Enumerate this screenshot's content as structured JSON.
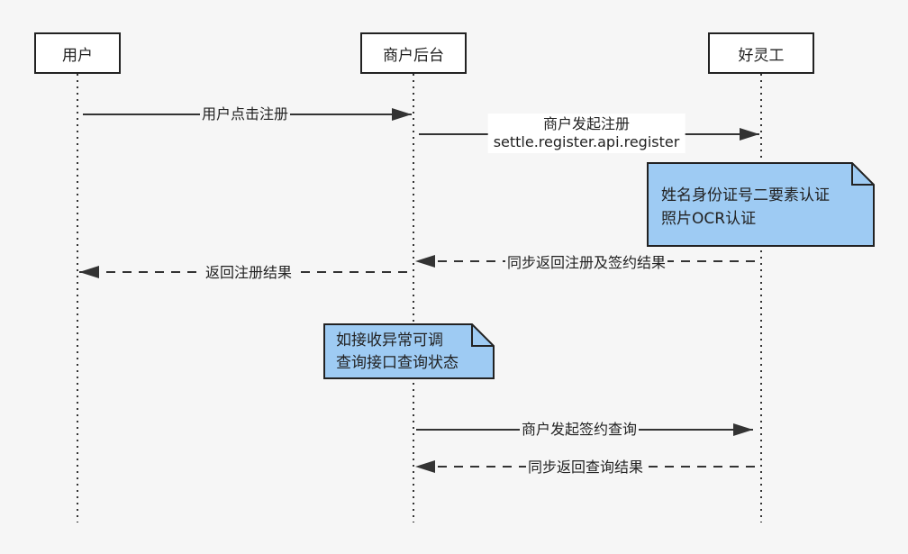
{
  "actors": {
    "user": "用户",
    "merchant": "商户后台",
    "platform": "好灵工"
  },
  "messages": {
    "m1": "用户点击注册",
    "m2_line1": "商户发起注册",
    "m2_line2": "settle.register.api.register",
    "m3": "同步返回注册及签约结果",
    "m4": "返回注册结果",
    "m5": "商户发起签约查询",
    "m6": "同步返回查询结果"
  },
  "notes": {
    "n1": [
      "姓名身份证号二要素认证",
      "照片OCR认证"
    ],
    "n2": [
      "如接收异常可调",
      "查询接口查询状态"
    ]
  },
  "colors": {
    "note_fill": "#9ecbf3",
    "line": "#333333",
    "background": "#f6f6f6"
  }
}
